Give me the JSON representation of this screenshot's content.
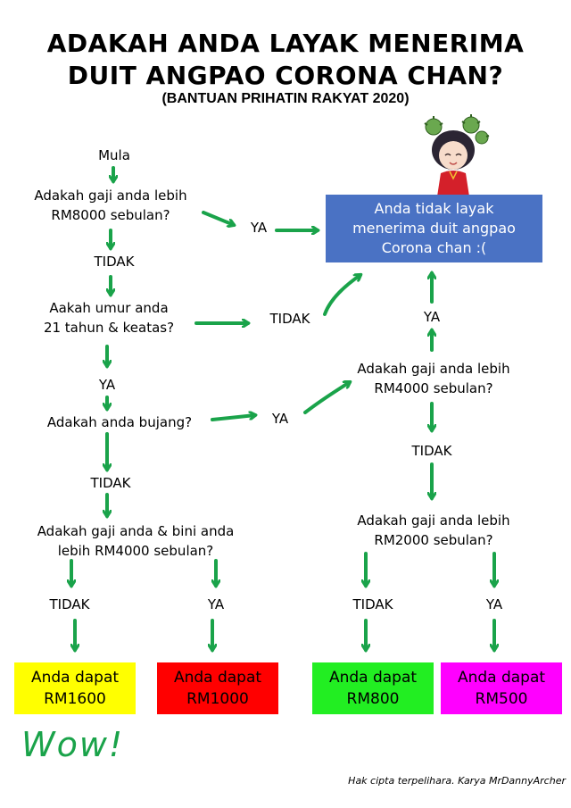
{
  "title": {
    "line1": "ADAKAH ANDA LAYAK MENERIMA",
    "line2": "DUIT ANGPAO CORONA CHAN?",
    "subtitle": "(BANTUAN PRIHATIN RAKYAT 2020)"
  },
  "flow": {
    "start": "Mula",
    "q1": {
      "line1": "Adakah gaji anda lebih",
      "line2": "RM8000 sebulan?"
    },
    "q2": {
      "line1": "Aakah umur anda",
      "line2": "21 tahun & keatas?"
    },
    "q3": "Adakah anda bujang?",
    "q4": {
      "line1": "Adakah gaji anda & bini anda",
      "line2": "lebih RM4000 sebulan?"
    },
    "q5": {
      "line1": "Adakah gaji anda lebih",
      "line2": "RM4000 sebulan?"
    },
    "q6": {
      "line1": "Adakah gaji anda lebih",
      "line2": "RM2000 sebulan?"
    },
    "labels": {
      "q1_no": "TIDAK",
      "q1_yes": "YA",
      "q2_no": "TIDAK",
      "q2_yes": "YA",
      "q3_no": "TIDAK",
      "q3_yes": "YA",
      "q4_no": "TIDAK",
      "q4_yes": "YA",
      "q5_yes": "YA",
      "q5_no": "TIDAK",
      "q6_no": "TIDAK",
      "q6_yes": "YA"
    }
  },
  "not_eligible": "Anda tidak layak\nmenerima duit angpao\nCorona chan :(",
  "outcomes": [
    {
      "line1": "Anda dapat",
      "line2": "RM1600",
      "color": "#ffff00",
      "text_color": "#000000"
    },
    {
      "line1": "Anda dapat",
      "line2": "RM1000",
      "color": "#ff0000",
      "text_color": "#000000"
    },
    {
      "line1": "Anda dapat",
      "line2": "RM800",
      "color": "#22ee22",
      "text_color": "#000000"
    },
    {
      "line1": "Anda dapat",
      "line2": "RM500",
      "color": "#ff00ff",
      "text_color": "#000000"
    }
  ],
  "wow": "Wow!",
  "credit": "Hak cipta terpelihara. Karya MrDannyArcher",
  "colors": {
    "arrow": "#1aa34a",
    "not_eligible_box": "#4a72c4"
  },
  "icons": {
    "mascot": "anime-girl-mascot-icon"
  }
}
